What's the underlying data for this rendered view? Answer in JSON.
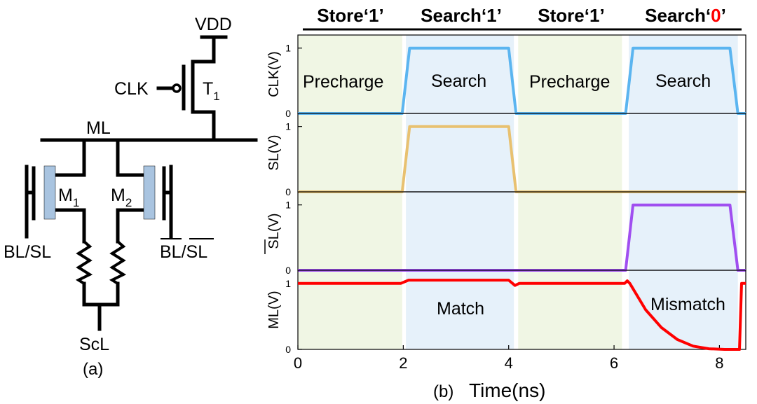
{
  "circuit": {
    "vdd": "VDD",
    "clk": "CLK",
    "t1": "T",
    "t1_sub": "1",
    "ml": "ML",
    "m1": "M",
    "m1_sub": "1",
    "m2": "M",
    "m2_sub": "2",
    "bl_sl": "BL/SL",
    "blbar": "BL",
    "slbar": "SL",
    "bar_sep": "/",
    "scl": "ScL",
    "caption": "(a)"
  },
  "timing": {
    "phases": [
      {
        "prefix": "Store",
        "quote_open": "‘",
        "value": "1",
        "quote_close": "’",
        "value_color": "#000000"
      },
      {
        "prefix": "Search",
        "quote_open": "‘",
        "value": "1",
        "quote_close": "’",
        "value_color": "#000000"
      },
      {
        "prefix": "Store",
        "quote_open": "‘",
        "value": "1",
        "quote_close": "’",
        "value_color": "#000000"
      },
      {
        "prefix": "Search",
        "quote_open": "‘",
        "value": "0",
        "quote_close": "’",
        "value_color": "#ff0000"
      }
    ],
    "region_labels": {
      "precharge1": "Precharge",
      "search1": "Search",
      "precharge2": "Precharge",
      "search2": "Search",
      "match": "Match",
      "mismatch": "Mismatch"
    },
    "caption": "(b)",
    "xlabel": "Time(ns)"
  },
  "colors": {
    "precharge_bg": "#f0f6e4",
    "search_bg": "#e6f1fa",
    "clk": "#5bb5f0",
    "sl": "#e8c170",
    "slbar": "#a04ff0",
    "ml": "#ff0000",
    "cell": "#a9c4e0"
  },
  "chart_data": {
    "type": "line",
    "xlabel": "Time(ns)",
    "xlim": [
      0,
      8.5
    ],
    "xticks": [
      0,
      2,
      4,
      6,
      8
    ],
    "panels": [
      {
        "ylabel": "CLK(V)",
        "ylim": [
          0,
          1.2
        ],
        "yticks": [
          0,
          1
        ],
        "series": [
          {
            "x": [
              0,
              1.98,
              2.12,
              4.0,
              4.14,
              6.22,
              6.36,
              8.2,
              8.35,
              8.5
            ],
            "y": [
              0,
              0,
              1,
              1,
              0,
              0,
              1,
              1,
              0,
              0
            ]
          }
        ]
      },
      {
        "ylabel": "SL(V)",
        "ylim": [
          0,
          1.2
        ],
        "yticks": [
          0,
          1
        ],
        "series": [
          {
            "x": [
              0,
              1.98,
              2.12,
              4.0,
              4.14,
              8.5
            ],
            "y": [
              0,
              0,
              1,
              1,
              0,
              0
            ]
          }
        ]
      },
      {
        "ylabel": "SL(V)",
        "ylabel_overline": true,
        "ylim": [
          0,
          1.2
        ],
        "yticks": [
          0,
          1
        ],
        "series": [
          {
            "x": [
              0,
              6.22,
              6.36,
              8.2,
              8.35,
              8.5
            ],
            "y": [
              0,
              0,
              1,
              1,
              0,
              0
            ]
          }
        ]
      },
      {
        "ylabel": "ML(V)",
        "ylim": [
          0,
          1.2
        ],
        "yticks": [
          0,
          1
        ],
        "series": [
          {
            "x": [
              0,
              1.95,
              2.1,
              4.0,
              4.12,
              4.2,
              6.1,
              6.2,
              6.25,
              6.3,
              6.6,
              6.9,
              7.2,
              7.5,
              7.8,
              8.1,
              8.35,
              8.38,
              8.42,
              8.5
            ],
            "y": [
              1,
              1,
              1.05,
              1.05,
              0.97,
              1,
              1,
              1,
              1.04,
              1,
              0.6,
              0.33,
              0.15,
              0.05,
              0.01,
              0,
              0,
              0,
              1,
              1
            ]
          }
        ]
      }
    ]
  }
}
